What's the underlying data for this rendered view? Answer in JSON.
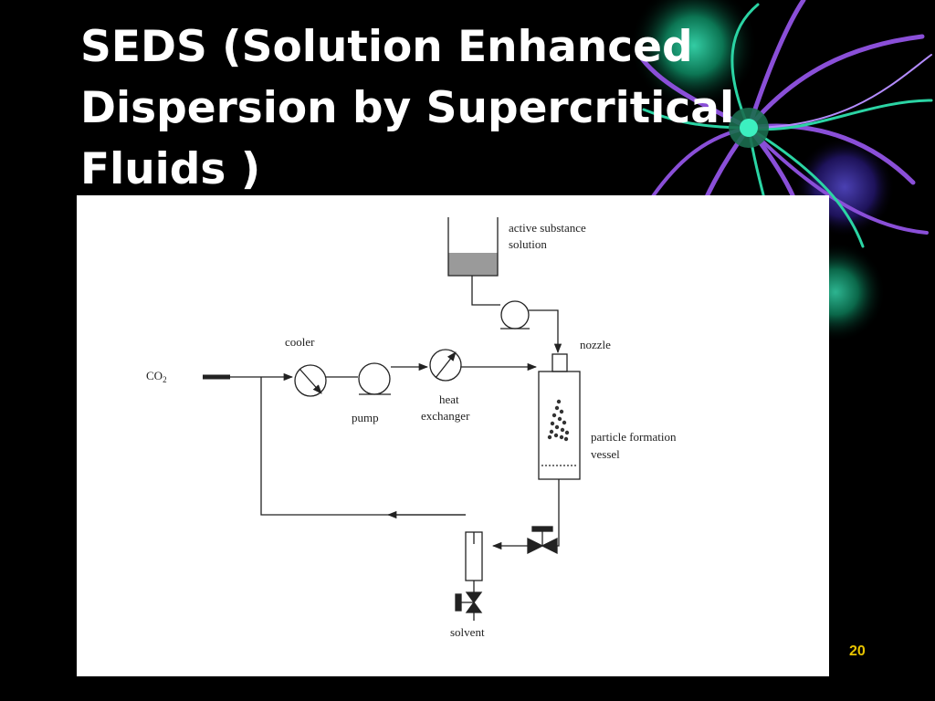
{
  "slide": {
    "title_lines": [
      "SEDS (Solution Enhanced",
      "Dispersion by Supercritical",
      "Fluids )"
    ],
    "page_number": "20"
  },
  "diagram": {
    "labels": {
      "active_substance_line1": "active substance",
      "active_substance_line2": "solution",
      "nozzle": "nozzle",
      "cooler": "cooler",
      "co2": "CO",
      "co2_subscript": "2",
      "pump": "pump",
      "heat_line1": "heat",
      "heat_line2": "exchanger",
      "particle_line1": "particle formation",
      "particle_line2": "vessel",
      "solvent": "solvent"
    }
  },
  "colors": {
    "background": "#000000",
    "title_text": "#ffffff",
    "page_number": "#e8c400",
    "panel": "#ffffff",
    "diagram_ink": "#222222",
    "decor_purple": "#8a4fd8",
    "decor_green": "#2bd4a4"
  },
  "icons": {
    "decor": "fireworks-decor",
    "pump": "pump-icon",
    "cooler": "cooler-icon",
    "heat_exchanger": "heat-exchanger-icon",
    "valve": "valve-icon",
    "nozzle": "nozzle-icon"
  }
}
